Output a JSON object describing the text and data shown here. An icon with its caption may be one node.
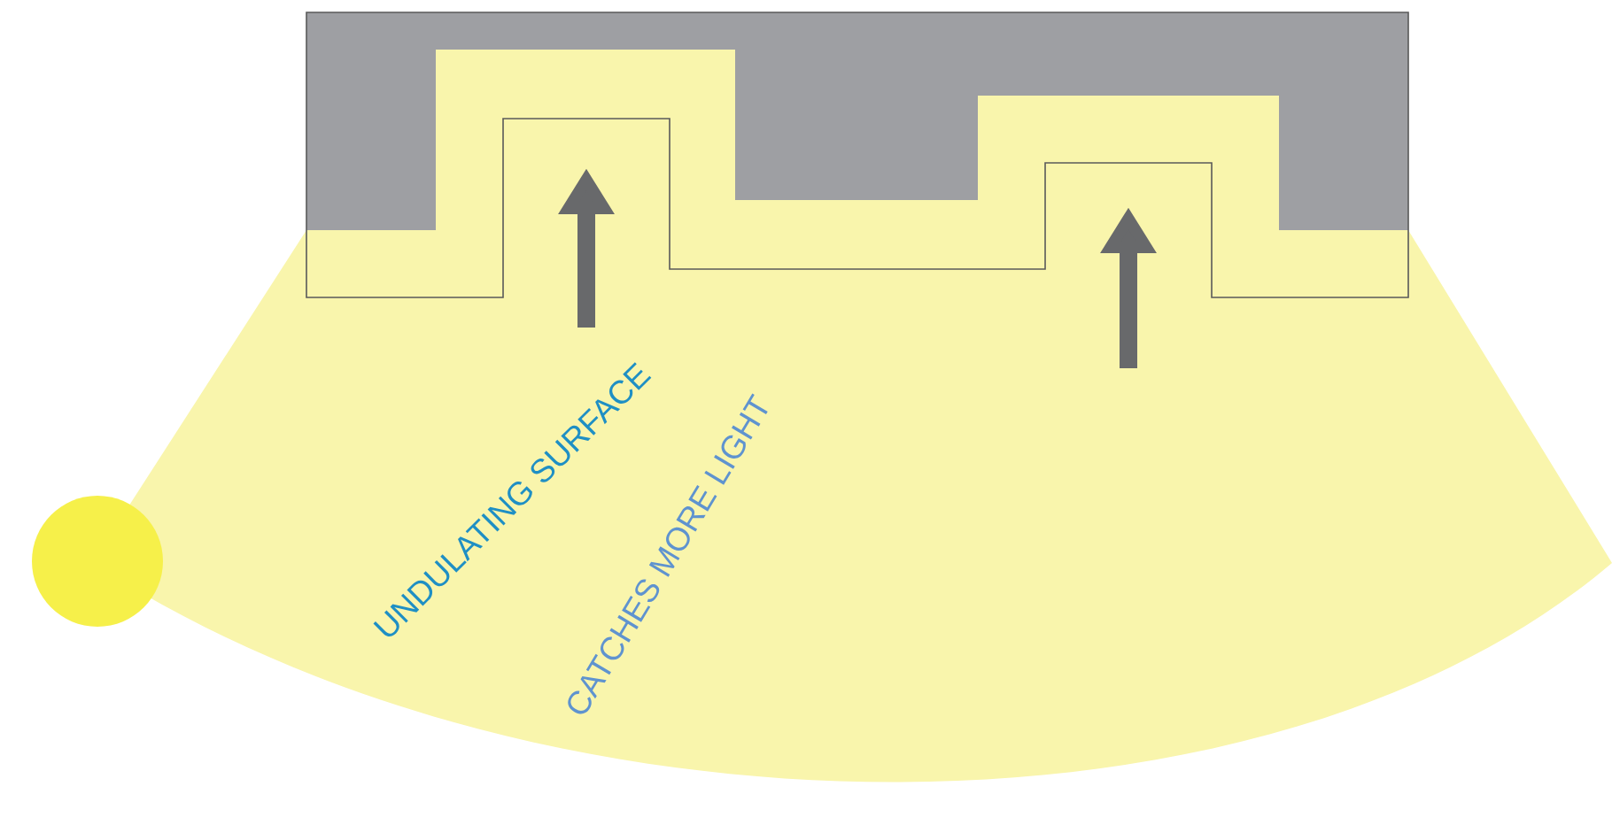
{
  "diagram": {
    "nodes": [
      {
        "text": [],
        "shape": "circle"
      }
    ],
    "labels": [
      "UNDULATING SURFACE",
      "CATCHES MORE LIGHT"
    ]
  }
}
